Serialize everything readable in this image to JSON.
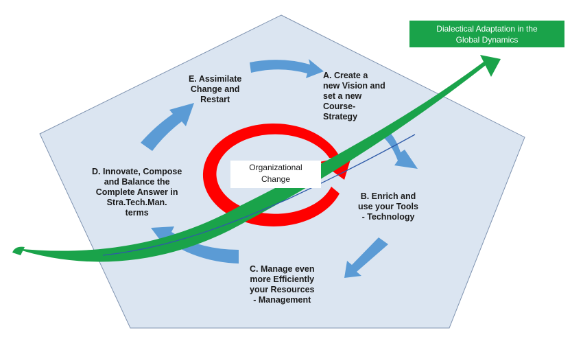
{
  "banner": {
    "lines": [
      "Dialectical Adaptation in the",
      "Global Dynamics"
    ]
  },
  "center": {
    "lines": [
      "Organizational",
      "Change"
    ]
  },
  "steps": {
    "a": {
      "lines": [
        "A. Create a",
        "new Vision and",
        "set a new",
        "Course-",
        "Strategy"
      ]
    },
    "b": {
      "lines": [
        "B. Enrich and",
        "use your Tools",
        "- Technology"
      ]
    },
    "c": {
      "lines": [
        "C. Manage even",
        "more Efficiently",
        "your Resources",
        "- Management"
      ]
    },
    "d": {
      "lines": [
        "D. Innovate, Compose",
        "and Balance the",
        "Complete Answer in",
        "Stra.Tech.Man.",
        "terms"
      ]
    },
    "e": {
      "lines": [
        "E. Assimilate",
        "Change and",
        "Restart"
      ]
    }
  },
  "colors": {
    "pentagon_fill": "#dbe5f1",
    "pentagon_stroke": "#7f93b0",
    "cycle_arrow": "#5b9bd5",
    "center_arrow": "#ff0000",
    "trend_arrow": "#1aa34a",
    "trend_line": "#2e5aa8",
    "banner_bg": "#1aa34a"
  },
  "icons": [
    "cycle-arrow-icon",
    "circular-arrow-icon",
    "trend-arrow-icon"
  ]
}
